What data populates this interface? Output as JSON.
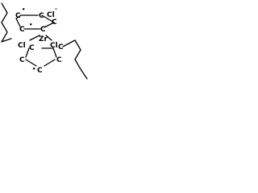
{
  "molecule": {
    "metal": "Zr",
    "chloride": "Cl",
    "ring_carbon": "C",
    "radical_mark": "•",
    "minus_sign": "-"
  },
  "colors": {
    "ink": "#000000",
    "background": "#ffffff"
  }
}
